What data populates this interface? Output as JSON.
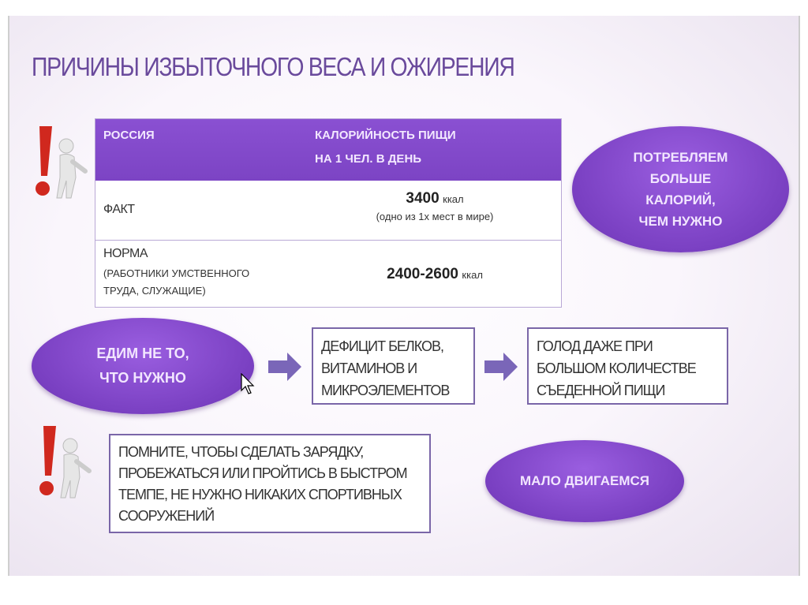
{
  "slide": {
    "title": "ПРИЧИНЫ ИЗБЫТОЧНОГО ВЕСА И ОЖИРЕНИЯ",
    "table": {
      "header": {
        "col1": "РОССИЯ",
        "col2_line1": "КАЛОРИЙНОСТЬ ПИЩИ",
        "col2_line2": "НА 1 ЧЕЛ. В ДЕНЬ"
      },
      "rows": [
        {
          "label": "ФАКТ",
          "value_number": "3400",
          "value_unit": "ккал",
          "note": "(одно из 1х мест в мире)"
        },
        {
          "label": "НОРМА",
          "label_sub1": "(РАБОТНИКИ УМСТВЕННОГО",
          "label_sub2": "ТРУДА, СЛУЖАЩИЕ)",
          "value_number": "2400-2600",
          "value_unit": "ккал"
        }
      ]
    },
    "ellipse_calories": {
      "line1": "ПОТРЕБЛЯЕМ",
      "line2": "БОЛЬШЕ",
      "line3": "КАЛОРИЙ,",
      "line4": "ЧЕМ НУЖНО"
    },
    "ellipse_wrong_food": {
      "line1": "ЕДИМ НЕ ТО,",
      "line2": "ЧТО НУЖНО"
    },
    "box_deficit": {
      "line1": "ДЕФИЦИТ БЕЛКОВ,",
      "line2": "ВИТАМИНОВ И",
      "line3": "МИКРОЭЛЕМЕНТОВ"
    },
    "box_hunger": {
      "line1": "ГОЛОД ДАЖЕ ПРИ",
      "line2": "БОЛЬШОМ КОЛИЧЕСТВЕ",
      "line3": "СЪЕДЕННОЙ ПИЩИ"
    },
    "box_reminder": {
      "line1": "ПОМНИТЕ, ЧТОБЫ СДЕЛАТЬ ЗАРЯДКУ,",
      "line2": "ПРОБЕЖАТЬСЯ ИЛИ ПРОЙТИСЬ В БЫСТРОМ",
      "line3": "ТЕМПЕ, НЕ НУЖНО НИКАКИХ  СПОРТИВНЫХ",
      "line4": "СООРУЖЕНИЙ"
    },
    "ellipse_movement": {
      "text": "МАЛО ДВИГАЕМСЯ"
    },
    "colors": {
      "accent": "#8a50d2",
      "title": "#6a4a9c",
      "exclamation": "#d0281e"
    }
  }
}
